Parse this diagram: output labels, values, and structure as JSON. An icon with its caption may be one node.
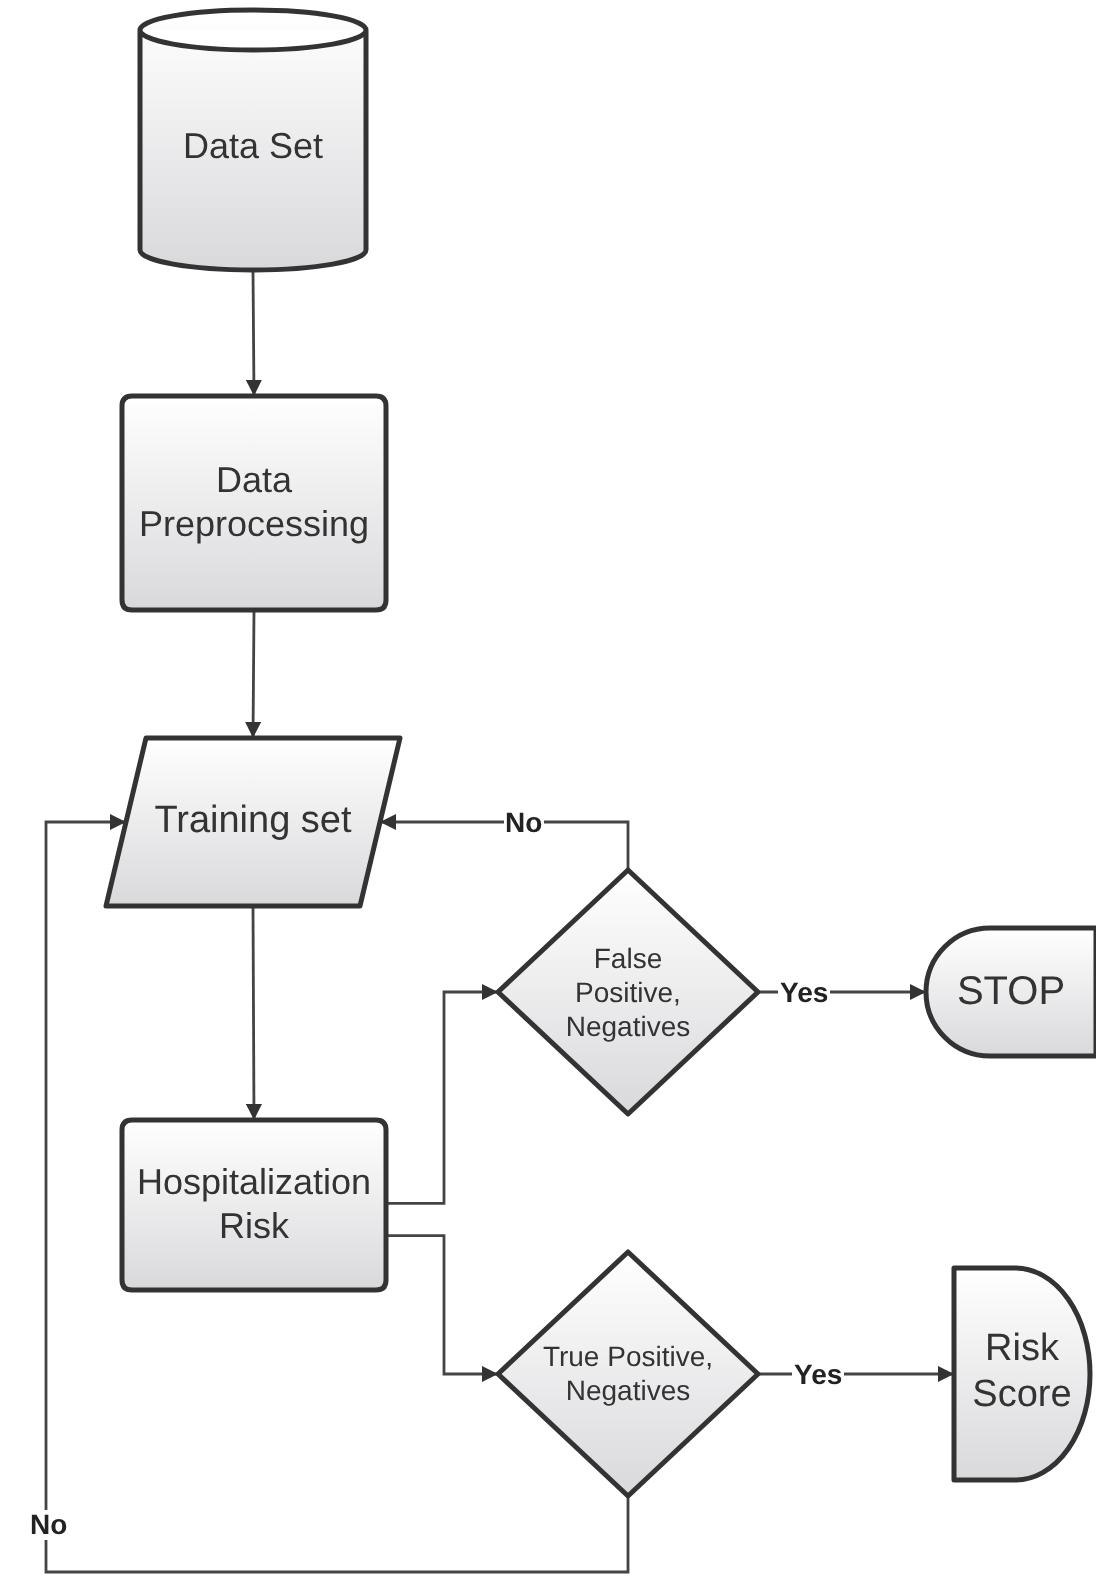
{
  "diagram": {
    "nodes": [
      {
        "text": [
          "Data Set"
        ]
      },
      {
        "text": [
          "Data Preprocessing"
        ]
      },
      {
        "text": [
          "Training set"
        ]
      },
      {
        "text": [
          "Hospitalization Risk"
        ]
      },
      {
        "text": [
          "False Positive, Negatives"
        ]
      },
      {
        "text": [
          "STOP"
        ]
      },
      {
        "text": [
          "True Positive, Negatives"
        ]
      },
      {
        "text": [
          "Risk Score"
        ]
      }
    ],
    "edges": [
      {
        "from": 0,
        "to": 1,
        "arrow": "to"
      },
      {
        "from": 1,
        "to": 2,
        "arrow": "to"
      },
      {
        "from": 2,
        "to": 3,
        "arrow": "to"
      },
      {
        "from": 3,
        "to": 4,
        "arrow": "to"
      },
      {
        "from": 3,
        "to": 6,
        "arrow": "to"
      },
      {
        "from": 4,
        "to": 5,
        "arrow": "to",
        "label": "Yes"
      },
      {
        "from": 6,
        "to": 7,
        "arrow": "to",
        "label": "Yes"
      },
      {
        "from": 4,
        "to": 2,
        "arrow": "to",
        "label": "No"
      },
      {
        "from": 6,
        "to": 2,
        "arrow": "to",
        "label": "No"
      }
    ]
  }
}
